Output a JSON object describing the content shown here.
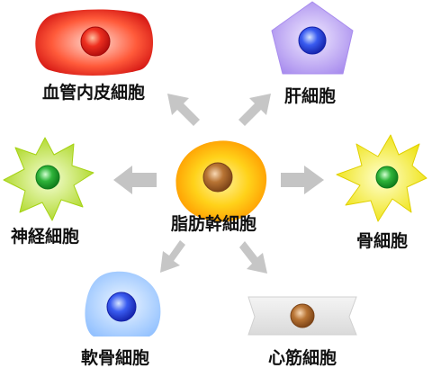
{
  "center": {
    "label": "脂肪幹細胞"
  },
  "cells": {
    "endothelial": {
      "label": "血管内皮細胞"
    },
    "liver": {
      "label": "肝細胞"
    },
    "neuron": {
      "label": "神経細胞"
    },
    "bone": {
      "label": "骨細胞"
    },
    "cartilage": {
      "label": "軟骨細胞"
    },
    "muscle": {
      "label": "心筋細胞"
    }
  },
  "colors": {
    "arrow": "#c4c4c4",
    "endothelial_body": "#e01a1a",
    "liver_body": "#b69cf0",
    "neuron_body": "#b4dc1e",
    "bone_body": "#f0e000",
    "cartilage_body": "#a8d0ff",
    "muscle_body": "#e6e6e6",
    "stem_body": "#ffb400",
    "nucleus_red": "#e82020",
    "nucleus_blue": "#2244dd",
    "nucleus_green": "#1fa02a",
    "nucleus_brown": "#a8632a"
  }
}
